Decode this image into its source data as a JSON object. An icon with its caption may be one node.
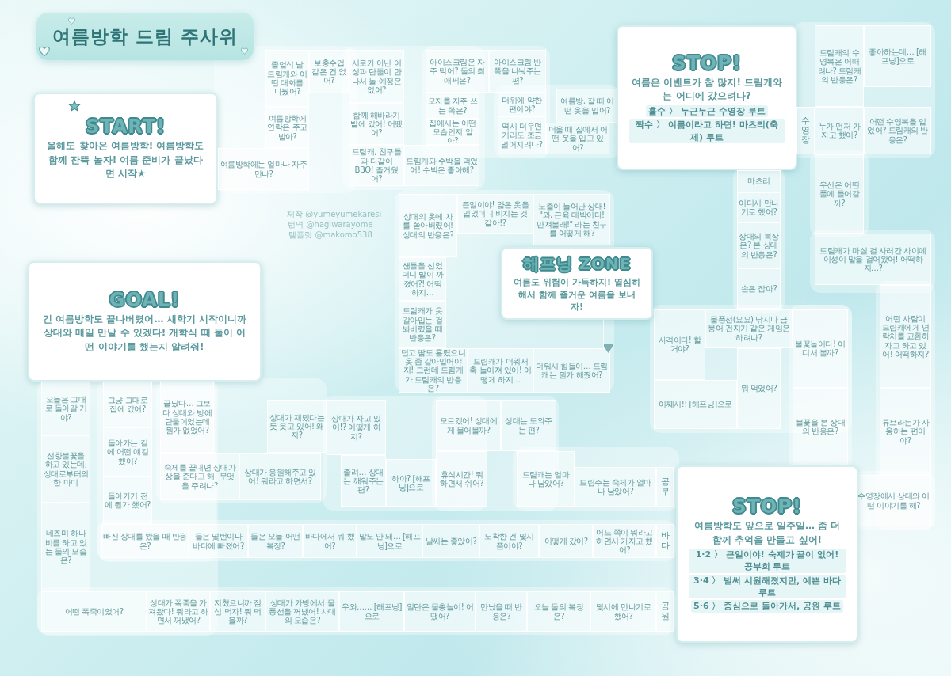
{
  "diagram": {
    "title": "여름방학 드림 주사위",
    "nodes": [
      {
        "text": [
          "START!",
          "올해도 찾아온 여름방학! 여름방학도 함께 잔뜩 놀자! 여름 준비가 끝났다면 시작★"
        ]
      },
      {
        "text": [
          "여름방학에는 얼마나 자주 만나?"
        ]
      },
      {
        "text": [
          "여름방학에 연락은 주고 받아?"
        ]
      },
      {
        "text": [
          "졸업식 날 드림캐와 어떤 대화를 나눴어?"
        ]
      },
      {
        "text": [
          "보충수업 같은 건 없어?"
        ]
      },
      {
        "text": [
          "서로가 아닌 이성과 단둘이 만나서 놀 예정은 없어?"
        ]
      },
      {
        "text": [
          "함께 해바라기 밭에 갔어! 어땠어?"
        ]
      },
      {
        "text": [
          "드림캐, 친구들과 다같이 BBQ! 즐거웠어?"
        ]
      },
      {
        "text": [
          "드림캐와 수박을 먹었어! 수박은 좋아해?"
        ]
      },
      {
        "text": [
          "집에서는 어떤 모습인지 알아?"
        ]
      },
      {
        "text": [
          "모자를 자주 쓰는 쪽은?"
        ]
      },
      {
        "text": [
          "아이스크림은 자주 먹어? 둘의 최애픽은?"
        ]
      },
      {
        "text": [
          "아이스크림 반쪽을 나눠주는 편?"
        ]
      },
      {
        "text": [
          "더위에 약한 편이야?"
        ]
      },
      {
        "text": [
          "역시 더우면 거리도 조금 멀어지려나?"
        ]
      },
      {
        "text": [
          "더울 때 집에서 어떤 옷을 입고 있어?"
        ]
      },
      {
        "text": [
          "여름방, 잘 때 어떤 옷을 입어?"
        ]
      },
      {
        "text": [
          "STOP!",
          "여름은 이벤트가 참 많지! 드림캐와는 어디에 갔으려나?",
          "홀수 〉 두근두근 수영장 루트",
          "짝수 〉 여름이라고 하면! 마츠리(축제) 루트"
        ]
      },
      {
        "text": [
          "수영장"
        ]
      },
      {
        "text": [
          "누가 먼저 가자고 했어?"
        ]
      },
      {
        "text": [
          "어떤 수영복을 입었어? 드림캐의 반응은?"
        ]
      },
      {
        "text": [
          "드림캐의 수영복은 어떠려나? 드림캐의 반응은?"
        ]
      },
      {
        "text": [
          "좋아하는데… [해프닝]으로"
        ]
      },
      {
        "text": [
          "우선은 어떤 풀에 들어갈까?"
        ]
      },
      {
        "text": [
          "드림캐가 마실 걸 사러간 사이에 이성이 말을 걸어왔어! 어떡하지…?"
        ]
      },
      {
        "text": [
          "어떤 사람이 드림캐에게 연락처를 교환하자고 하고 있어! 어떡하지?"
        ]
      },
      {
        "text": [
          "튜브라든가 사용하는 편이야?"
        ]
      },
      {
        "text": [
          "수영장에서 상대와 어떤 이야기를 해?"
        ]
      },
      {
        "text": [
          "마츠리"
        ]
      },
      {
        "text": [
          "어디서 만나기로 했어?"
        ]
      },
      {
        "text": [
          "상대의 복장은? 본 상대의 반응은?"
        ]
      },
      {
        "text": [
          "손은 잡아?"
        ]
      },
      {
        "text": [
          "불꽃놀이다! 어디서 볼까?"
        ]
      },
      {
        "text": [
          "불꽃을 본 상대의 반응은?"
        ]
      },
      {
        "text": [
          "물풍선(요요) 낚시나 금붕어 건지기 같은 게임은 하려나?"
        ]
      },
      {
        "text": [
          "사격이다! 할 거야?"
        ]
      },
      {
        "text": [
          "뭐 먹었어?"
        ]
      },
      {
        "text": [
          "어째서!! [해프닝]으로"
        ]
      },
      {
        "text": [
          "해프닝 ZONE",
          "여름도 위험이 가득하지! 열심히 해서 함께 즐거운 여름을 보내자!"
        ]
      },
      {
        "text": [
          "상대의 옷에 차를 쏟아버렸어! 상대의 반응은?"
        ]
      },
      {
        "text": [
          "큰일이야! 얇은 옷을 입었더니 비치는 것 같아!?"
        ]
      },
      {
        "text": [
          "노출이 늘어난 상대! \"와, 근육 대박이다! 만져볼래!\" 라는 친구를 어떻게 해?"
        ]
      },
      {
        "text": [
          "샌들을 신었더니 발이 까졌어?! 어떡하지…"
        ]
      },
      {
        "text": [
          "드림캐가 옷 갈아입는 걸 봐버렸을 때 반응은?"
        ]
      },
      {
        "text": [
          "덥고 땀도 흘렸으니 옷 좀 갈아입어야지! 그런데 드림캐가 드림캐의 반응은?"
        ]
      },
      {
        "text": [
          "드림캐가 더워서 축 늘어져 있어! 어떻게 하지…"
        ]
      },
      {
        "text": [
          "더워서 힘들어… 드림캐는 뭔가 해줬어?"
        ]
      },
      {
        "text": [
          "GOAL!",
          "긴 여름방학도 끝나버렸어… 새학기 시작이니까 상대와 매일 만날 수 있겠다! 개학식 때 둘이 어떤 이야기를 했는지 알려줘!"
        ]
      },
      {
        "text": [
          "공부"
        ]
      },
      {
        "text": [
          "드림주는 숙제가 얼마나 남았어?"
        ]
      },
      {
        "text": [
          "드림캐는 얼마나 남았어?"
        ]
      },
      {
        "text": [
          "상대는 도와주는 편?"
        ]
      },
      {
        "text": [
          "모르겠어! 상대에게 물어볼까?"
        ]
      },
      {
        "text": [
          "휴식시간! 뭐하면서 쉬어?"
        ]
      },
      {
        "text": [
          "하아? [해프닝]으로"
        ]
      },
      {
        "text": [
          "졸려… 상대는 깨워주는 편?"
        ]
      },
      {
        "text": [
          "상대가 자고 있어!? 어떻게 하지?"
        ]
      },
      {
        "text": [
          "상대가 재밌다는 듯 웃고 있어! 왜지?"
        ]
      },
      {
        "text": [
          "상대가 응원해주고 있어! 뭐라고 하면서?"
        ]
      },
      {
        "text": [
          "숙제를 끝내면 상대가 상을 준다고 해! 무엇을 주려나?"
        ]
      },
      {
        "text": [
          "끝났다… 그보다 상대와 방에 단둘이었는데 뭔가 없었어?"
        ]
      },
      {
        "text": [
          "그냥 그대로 집에 갔어?"
        ]
      },
      {
        "text": [
          "돌아가는 길에 어떤 얘길 했어?"
        ]
      },
      {
        "text": [
          "돌아가기 전에 뭔가 했어?"
        ]
      },
      {
        "text": [
          "오늘은 그대로 돌아갈 거야?"
        ]
      },
      {
        "text": [
          "선향불꽃을 하고 있는데, 상대로부터의 한 마디"
        ]
      },
      {
        "text": [
          "네즈미 하나비를 하고 있는 둘의 모습은?"
        ]
      },
      {
        "text": [
          "바다"
        ]
      },
      {
        "text": [
          "어느 쪽이 뭐라고 하면서 가자고 했어?"
        ]
      },
      {
        "text": [
          "어떻게 갔어?"
        ]
      },
      {
        "text": [
          "도착한 건 몇시쯤이야?"
        ]
      },
      {
        "text": [
          "날씨는 좋았어?"
        ]
      },
      {
        "text": [
          "말도 안 돼… [해프닝]으로"
        ]
      },
      {
        "text": [
          "바다에서 뭐 했어?"
        ]
      },
      {
        "text": [
          "둘은 오늘 어떤 복장?"
        ]
      },
      {
        "text": [
          "둘은 몇번이나 바다에 빠졌어?"
        ]
      },
      {
        "text": [
          "빠진 상대를 봤을 때 반응은?"
        ]
      },
      {
        "text": [
          "공원"
        ]
      },
      {
        "text": [
          "몇시에 만나기로 했어?"
        ]
      },
      {
        "text": [
          "오늘 둘의 복장은?"
        ]
      },
      {
        "text": [
          "만났을 때 반응은?"
        ]
      },
      {
        "text": [
          "일단은 물총놀이! 어땠어?"
        ]
      },
      {
        "text": [
          "우와…… [해프닝]으로"
        ]
      },
      {
        "text": [
          "상대가 가방에서 물풍선을 꺼냈어! 사대의 모습은?"
        ]
      },
      {
        "text": [
          "지쳤으니까 점심 먹자! 뭐 먹을까?"
        ]
      },
      {
        "text": [
          "상대가 폭죽을 가져왔다! 뭐라고 하면서 꺼냈어?"
        ]
      },
      {
        "text": [
          "어떤 폭죽이었어?"
        ]
      },
      {
        "text": [
          "STOP!",
          "여름방학도 앞으로 일주일… 좀 더 함께 추억을 만들고 싶어!",
          "1·2 〉 큰일이야! 숙제가 끝이 없어! 공부회 루트",
          "3·4 〉 벌써 시원해졌지만, 예쁜 바다 루트",
          "5·6 〉 중심으로 돌아가서, 공원 루트"
        ]
      }
    ],
    "edges": [
      {
        "from": 38,
        "to": 46,
        "arrow": "to"
      }
    ],
    "labels": [
      "제작 @yumeyumekaresi",
      "번역 @hagiwarayome",
      "템플릿 @makomo538"
    ]
  }
}
